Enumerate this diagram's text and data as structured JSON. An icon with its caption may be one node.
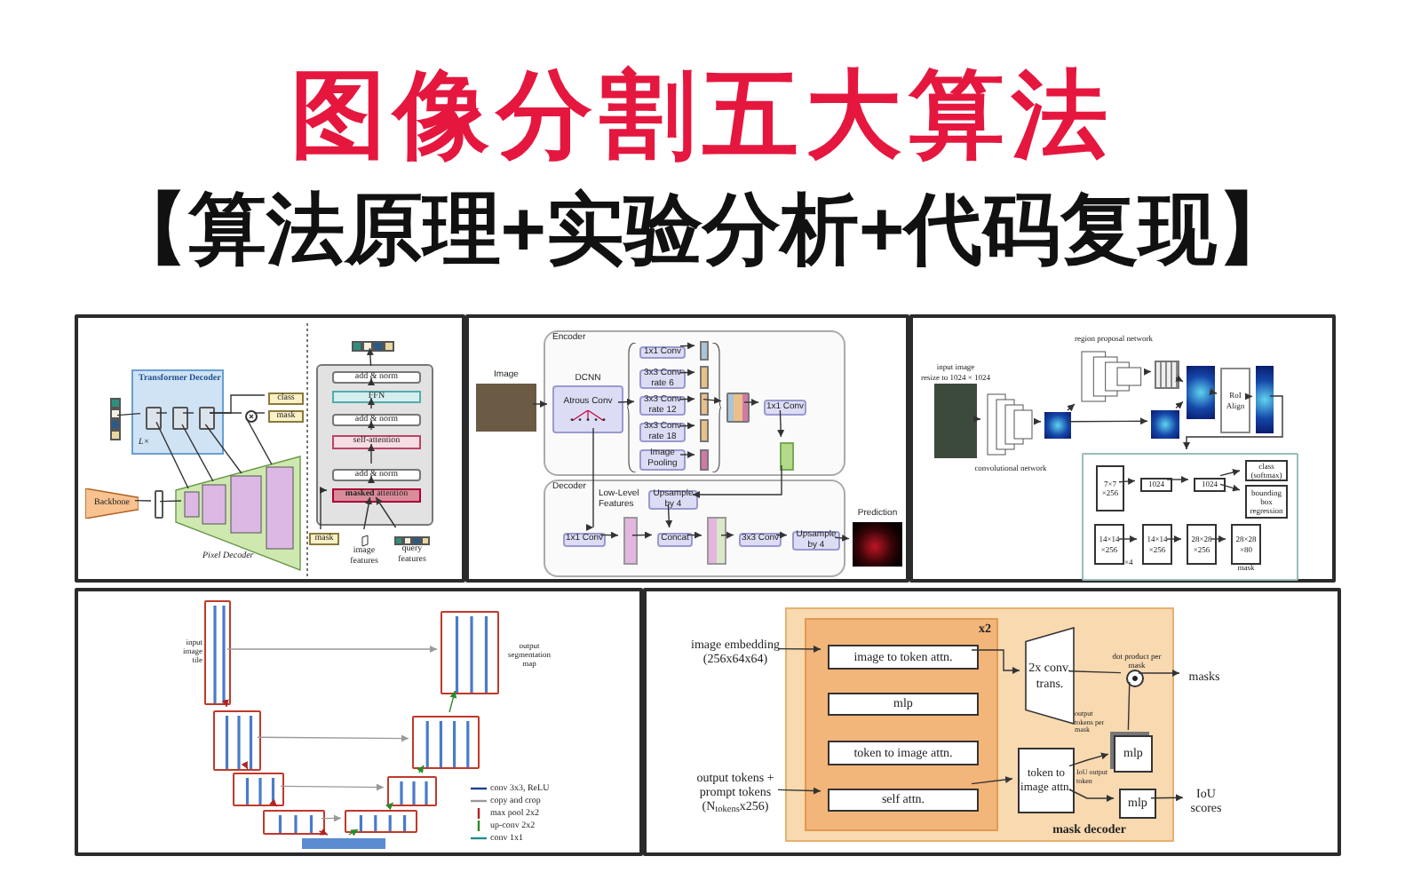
{
  "diagram": {
    "title": "图像分割五大算法",
    "nodes": [
      {
        "text": [],
        "shape": "box"
      },
      {
        "text": [],
        "shape": "box"
      },
      {
        "text": [],
        "shape": "box"
      },
      {
        "text": [],
        "shape": "box"
      },
      {
        "text": [],
        "shape": "box"
      },
      {
        "text": [
          "Transformer Decoder",
          "L×"
        ],
        "in": 0
      },
      {
        "text": [],
        "shape": "box",
        "in": 5
      },
      {
        "text": [],
        "shape": "box",
        "in": 5
      },
      {
        "text": [],
        "shape": "box",
        "in": 5
      },
      {
        "text": [
          "class"
        ],
        "in": 0
      },
      {
        "text": [
          "mask"
        ],
        "in": 0
      },
      {
        "text": [],
        "shape": "circle",
        "in": 0
      },
      {
        "text": [
          "Backbone"
        ],
        "in": 0
      },
      {
        "text": [
          "Pixel Decoder"
        ],
        "in": 0
      },
      {
        "text": [],
        "shape": "box",
        "in": 0
      },
      {
        "text": [
          "add & norm"
        ],
        "in": 14
      },
      {
        "text": [
          "FFN"
        ],
        "in": 14
      },
      {
        "text": [
          "add & norm"
        ],
        "in": 14
      },
      {
        "text": [
          "self-attention"
        ],
        "in": 14
      },
      {
        "text": [
          "add & norm"
        ],
        "in": 14
      },
      {
        "text": [
          "**masked** attention"
        ],
        "in": 14
      },
      {
        "text": [],
        "shape": "bar",
        "in": 0
      },
      {
        "text": [
          "mask"
        ],
        "in": 0
      },
      {
        "text": [
          "image features"
        ],
        "in": 0
      },
      {
        "text": [
          "query features"
        ],
        "in": 0
      },
      {
        "text": [],
        "shape": "bar",
        "in": 0
      },
      {
        "text": [
          "Encoder"
        ],
        "in": 1
      },
      {
        "text": [
          "Image"
        ],
        "in": 1
      },
      {
        "text": [
          "DCNN",
          "Atrous Conv"
        ],
        "in": 26
      },
      {
        "text": [
          "1x1 Conv"
        ],
        "in": 26
      },
      {
        "text": [
          "3x3 Conv rate 6"
        ],
        "in": 26
      },
      {
        "text": [
          "3x3 Conv rate 12"
        ],
        "in": 26
      },
      {
        "text": [
          "3x3 Conv rate 18"
        ],
        "in": 26
      },
      {
        "text": [
          "Image Pooling"
        ],
        "in": 26
      },
      {
        "text": [],
        "shape": "bar",
        "in": 26
      },
      {
        "text": [],
        "shape": "bar",
        "in": 26
      },
      {
        "text": [],
        "shape": "bar",
        "in": 26
      },
      {
        "text": [],
        "shape": "bar",
        "in": 26
      },
      {
        "text": [],
        "shape": "bar",
        "in": 26
      },
      {
        "text": [],
        "shape": "box",
        "in": 26
      },
      {
        "text": [
          "1x1 Conv"
        ],
        "in": 26
      },
      {
        "text": [],
        "shape": "bar",
        "in": 26
      },
      {
        "text": [
          "Decoder"
        ],
        "in": 1
      },
      {
        "text": [
          "Upsample by 4"
        ],
        "in": 42
      },
      {
        "text": [
          "1x1 Conv"
        ],
        "in": 42
      },
      {
        "text": [],
        "shape": "bar",
        "in": 42
      },
      {
        "text": [
          "Concat"
        ],
        "in": 42
      },
      {
        "text": [],
        "shape": "bar",
        "in": 42
      },
      {
        "text": [
          "3x3 Conv"
        ],
        "in": 42
      },
      {
        "text": [
          "Upsample by 4"
        ],
        "in": 42
      },
      {
        "text": [
          "Prediction"
        ],
        "in": 1
      },
      {
        "text": [
          "input image",
          "resize to 1024 × 1024"
        ],
        "in": 2
      },
      {
        "text": [
          "convolutional network"
        ],
        "in": 2
      },
      {
        "text": [],
        "shape": "picture",
        "in": 2
      },
      {
        "text": [
          "region proposal network"
        ],
        "in": 2
      },
      {
        "text": [],
        "shape": "picture",
        "in": 2
      },
      {
        "text": [],
        "shape": "picture",
        "in": 2
      },
      {
        "text": [],
        "shape": "picture",
        "in": 2
      },
      {
        "text": [
          "RoI Align"
        ],
        "in": 2
      },
      {
        "text": [],
        "shape": "picture",
        "in": 2
      },
      {
        "text": [],
        "shape": "box",
        "in": 2
      },
      {
        "text": [
          "7×7 ×256"
        ],
        "in": 60
      },
      {
        "text": [
          "1024"
        ],
        "in": 60
      },
      {
        "text": [
          "1024"
        ],
        "in": 60
      },
      {
        "text": [
          "class (softmax)"
        ],
        "in": 60
      },
      {
        "text": [
          "bounding box regression"
        ],
        "in": 60
      },
      {
        "text": [
          "14×14 ×256"
        ],
        "in": 60
      },
      {
        "text": [
          "14×14 ×256"
        ],
        "in": 60
      },
      {
        "text": [
          "28×28 ×256"
        ],
        "in": 60
      },
      {
        "text": [
          "28×28 ×80"
        ],
        "in": 60,
        "beside": [
          "mask"
        ]
      },
      {
        "text": [],
        "shape": "box",
        "in": 3,
        "beside": [
          "input image tile"
        ]
      },
      {
        "text": [],
        "shape": "box",
        "in": 3
      },
      {
        "text": [],
        "shape": "box",
        "in": 3
      },
      {
        "text": [],
        "shape": "box",
        "in": 3
      },
      {
        "text": [],
        "shape": "bar",
        "in": 3
      },
      {
        "text": [],
        "shape": "box",
        "in": 3
      },
      {
        "text": [],
        "shape": "box",
        "in": 3
      },
      {
        "text": [],
        "shape": "box",
        "in": 3
      },
      {
        "text": [],
        "shape": "box",
        "in": 3,
        "beside": [
          "output segmentation map"
        ]
      },
      {
        "text": [
          "mask decoder"
        ],
        "in": 4
      },
      {
        "text": [
          "x2"
        ],
        "in": 79
      },
      {
        "text": [
          "image to token attn."
        ],
        "in": 80
      },
      {
        "text": [
          "mlp"
        ],
        "in": 80
      },
      {
        "text": [
          "token to image attn."
        ],
        "in": 80
      },
      {
        "text": [
          "self attn."
        ],
        "in": 80
      },
      {
        "text": [
          "2x conv. trans."
        ],
        "in": 79
      },
      {
        "text": [],
        "shape": "circle",
        "in": 79,
        "beside": [
          "dot product per mask"
        ]
      },
      {
        "text": [
          "token to image attn."
        ],
        "in": 79
      },
      {
        "text": [
          "mlp"
        ],
        "in": 79
      },
      {
        "text": [
          "mlp"
        ],
        "in": 79
      },
      {
        "text": [
          "image embedding (256x64x64)"
        ],
        "in": 4
      },
      {
        "text": [
          "output tokens + prompt tokens (N$_{tokens}$x256)"
        ],
        "in": 4
      },
      {
        "text": [
          "masks"
        ],
        "in": 4
      },
      {
        "text": [
          "IoU scores"
        ],
        "in": 4
      },
      {
        "text": [],
        "shape": "box",
        "in": 0
      }
    ],
    "edges": [
      {
        "from": 25,
        "to": 6,
        "arrow": "none"
      },
      {
        "from": 6,
        "to": 7,
        "arrow": "none"
      },
      {
        "from": 7,
        "to": 8,
        "arrow": "none"
      },
      {
        "from": 8,
        "to": 9,
        "arrow": "none"
      },
      {
        "from": 8,
        "to": 11,
        "arrow": "none"
      },
      {
        "from": 11,
        "to": 10,
        "arrow": "none"
      },
      {
        "from": 6,
        "to": 13,
        "arrow": "none"
      },
      {
        "from": 7,
        "to": 13,
        "arrow": "none"
      },
      {
        "from": 8,
        "to": 13,
        "arrow": "none"
      },
      {
        "from": 13,
        "to": 11,
        "arrow": "none"
      },
      {
        "from": 12,
        "to": 94,
        "arrow": "none"
      },
      {
        "from": 20,
        "to": 19,
        "arrow": "to"
      },
      {
        "from": 19,
        "to": 18,
        "arrow": "to"
      },
      {
        "from": 18,
        "to": 17,
        "arrow": "to"
      },
      {
        "from": 17,
        "to": 16,
        "arrow": "to"
      },
      {
        "from": 16,
        "to": 15,
        "arrow": "to"
      },
      {
        "from": 15,
        "to": 21,
        "arrow": "to"
      },
      {
        "from": 22,
        "to": 20,
        "arrow": "to"
      },
      {
        "from": 23,
        "to": 20,
        "arrow": "to"
      },
      {
        "from": 24,
        "to": 20,
        "arrow": "to"
      },
      {
        "from": 27,
        "to": 28,
        "arrow": "to"
      },
      {
        "from": 28,
        "to": 31,
        "arrow": "to"
      },
      {
        "from": 29,
        "to": 34,
        "arrow": "to"
      },
      {
        "from": 30,
        "to": 35,
        "arrow": "to"
      },
      {
        "from": 31,
        "to": 36,
        "arrow": "to"
      },
      {
        "from": 32,
        "to": 37,
        "arrow": "to"
      },
      {
        "from": 33,
        "to": 38,
        "arrow": "to"
      },
      {
        "from": 36,
        "to": 39,
        "arrow": "to"
      },
      {
        "from": 39,
        "to": 40,
        "arrow": "to"
      },
      {
        "from": 40,
        "to": 41,
        "arrow": "to"
      },
      {
        "from": 41,
        "to": 43,
        "arrow": "to"
      },
      {
        "from": 28,
        "to": 44,
        "arrow": "to",
        "label": "Low-Level Features"
      },
      {
        "from": 44,
        "to": 45,
        "arrow": "to"
      },
      {
        "from": 45,
        "to": 46,
        "arrow": "to"
      },
      {
        "from": 43,
        "to": 46,
        "arrow": "to"
      },
      {
        "from": 46,
        "to": 47,
        "arrow": "to"
      },
      {
        "from": 47,
        "to": 48,
        "arrow": "to"
      },
      {
        "from": 48,
        "to": 49,
        "arrow": "to"
      },
      {
        "from": 49,
        "to": 50,
        "arrow": "to"
      },
      {
        "from": 51,
        "to": 52,
        "arrow": "to"
      },
      {
        "from": 52,
        "to": 53,
        "arrow": "to"
      },
      {
        "from": 53,
        "to": 54,
        "arrow": "to"
      },
      {
        "from": 54,
        "to": 55,
        "arrow": "to"
      },
      {
        "from": 53,
        "to": 56,
        "arrow": "to"
      },
      {
        "from": 55,
        "to": 57,
        "arrow": "to"
      },
      {
        "from": 56,
        "to": 57,
        "arrow": "to"
      },
      {
        "from": 57,
        "to": 58,
        "arrow": "to"
      },
      {
        "from": 58,
        "to": 59,
        "arrow": "to"
      },
      {
        "from": 59,
        "to": 60,
        "arrow": "to"
      },
      {
        "from": 61,
        "to": 62,
        "arrow": "to"
      },
      {
        "from": 62,
        "to": 63,
        "arrow": "to"
      },
      {
        "from": 63,
        "to": 64,
        "arrow": "to"
      },
      {
        "from": 63,
        "to": 65,
        "arrow": "to"
      },
      {
        "from": 66,
        "to": 67,
        "arrow": "to",
        "label": "×4"
      },
      {
        "from": 67,
        "to": 68,
        "arrow": "to"
      },
      {
        "from": 68,
        "to": 69,
        "arrow": "to"
      },
      {
        "from": 70,
        "to": 78,
        "arrow": "to",
        "color": "#999999"
      },
      {
        "from": 71,
        "to": 77,
        "arrow": "to",
        "color": "#999999"
      },
      {
        "from": 72,
        "to": 76,
        "arrow": "to",
        "color": "#999999"
      },
      {
        "from": 73,
        "to": 75,
        "arrow": "to",
        "color": "#999999"
      },
      {
        "from": 70,
        "to": 71,
        "arrow": "to",
        "color": "#b22222"
      },
      {
        "from": 71,
        "to": 72,
        "arrow": "to",
        "color": "#b22222"
      },
      {
        "from": 72,
        "to": 73,
        "arrow": "to",
        "color": "#b22222"
      },
      {
        "from": 73,
        "to": 74,
        "arrow": "to",
        "color": "#b22222"
      },
      {
        "from": 74,
        "to": 75,
        "arrow": "to",
        "color": "#2a8a2a"
      },
      {
        "from": 75,
        "to": 76,
        "arrow": "to",
        "color": "#2a8a2a"
      },
      {
        "from": 76,
        "to": 77,
        "arrow": "to",
        "color": "#2a8a2a"
      },
      {
        "from": 77,
        "to": 78,
        "arrow": "to",
        "color": "#2a8a2a"
      },
      {
        "from": 90,
        "to": 81,
        "arrow": "to"
      },
      {
        "from": 91,
        "to": 84,
        "arrow": "to"
      },
      {
        "from": 81,
        "to": 85,
        "arrow": "to"
      },
      {
        "from": 85,
        "to": 86,
        "arrow": "none"
      },
      {
        "from": 86,
        "to": 92,
        "arrow": "to"
      },
      {
        "from": 88,
        "to": 86,
        "arrow": "none"
      },
      {
        "from": 84,
        "to": 87,
        "arrow": "to"
      },
      {
        "from": 87,
        "to": 88,
        "arrow": "to",
        "label": "output tokens per mask"
      },
      {
        "from": 87,
        "to": 89,
        "arrow": "to",
        "label": "IoU output token"
      },
      {
        "from": 89,
        "to": 93,
        "arrow": "to"
      },
      {
        "from": 94,
        "to": 13,
        "arrow": "none"
      }
    ],
    "labels": [
      "【算法原理+实验分析+代码复现】"
    ],
    "legend": [
      {
        "text": "conv 3x3, ReLU"
      },
      {
        "text": "copy and crop"
      },
      {
        "text": "max pool 2x2"
      },
      {
        "text": "up-conv 2x2"
      },
      {
        "text": "conv 1x1"
      }
    ]
  }
}
